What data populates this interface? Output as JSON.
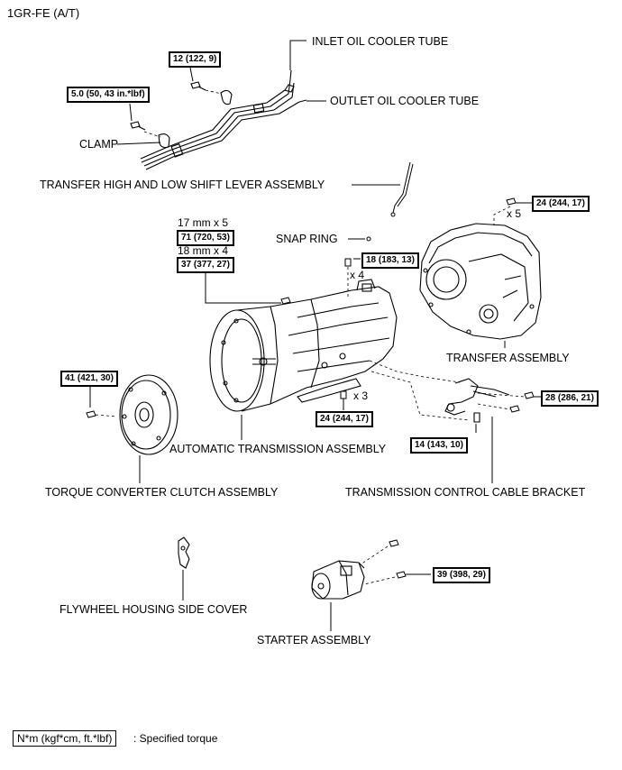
{
  "header": {
    "engine_label": "1GR-FE (A/T)"
  },
  "labels": {
    "inlet_tube": "INLET OIL COOLER TUBE",
    "outlet_tube": "OUTLET OIL COOLER TUBE",
    "clamp": "CLAMP",
    "shift_lever": "TRANSFER HIGH AND LOW SHIFT LEVER ASSEMBLY",
    "snap_ring": "SNAP RING",
    "transfer": "TRANSFER ASSEMBLY",
    "torque_converter": "TORQUE CONVERTER CLUTCH ASSEMBLY",
    "auto_trans": "AUTOMATIC TRANSMISSION ASSEMBLY",
    "cable_bracket": "TRANSMISSION CONTROL CABLE BRACKET",
    "flywheel_cover": "FLYWHEEL HOUSING SIDE COVER",
    "starter": "STARTER ASSEMBLY"
  },
  "torques": {
    "t12": "12 (122, 9)",
    "t5": "5.0 (50, 43 in.*lbf)",
    "t24_transfer": "24 (244, 17)",
    "t71": "71 (720, 53)",
    "t37": "37 (377, 27)",
    "t18": "18 (183, 13)",
    "t41": "41 (421, 30)",
    "t24_trans": "24 (244, 17)",
    "t28": "28 (286, 21)",
    "t14": "14 (143, 10)",
    "t39": "39 (398, 29)"
  },
  "notes": {
    "bolt_17": "17 mm x 5",
    "bolt_18": "18 mm x 4",
    "x5": "x 5",
    "x4": "x 4",
    "x3": "x 3"
  },
  "legend": {
    "box": "N*m (kgf*cm, ft.*lbf)",
    "text": ": Specified torque"
  }
}
